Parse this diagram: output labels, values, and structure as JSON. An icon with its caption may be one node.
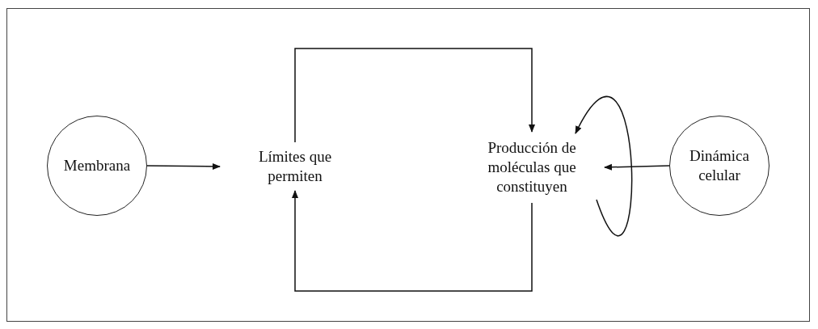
{
  "diagram": {
    "nodes": [
      {
        "text": [
          "Membrana"
        ]
      },
      {
        "text": [
          "Límites que permiten"
        ]
      },
      {
        "text": [
          "Producción de moléculas que constituyen"
        ]
      },
      {
        "text": [
          "Dinámica celular"
        ]
      }
    ],
    "edges": [
      {
        "from": 0,
        "to": 1,
        "arrow": "to"
      },
      {
        "from": 1,
        "to": 2,
        "arrow": "to"
      },
      {
        "from": 2,
        "to": 1,
        "arrow": "to"
      },
      {
        "from": 2,
        "to": 2,
        "arrow": "to"
      },
      {
        "from": 3,
        "to": 2,
        "arrow": "to"
      }
    ]
  }
}
